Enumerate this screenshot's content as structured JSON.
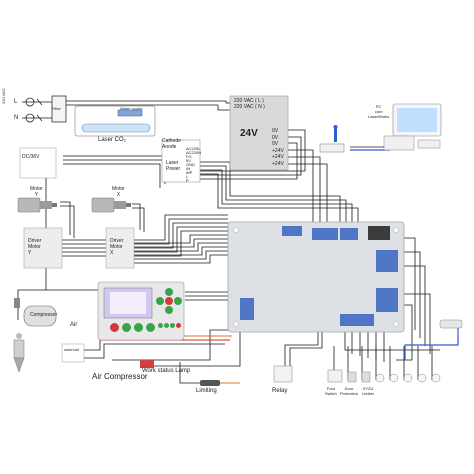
{
  "power": {
    "L": "L",
    "N": "N",
    "voltage": "220 VAC",
    "filter": "Filter"
  },
  "laser_tube": {
    "label": "Laser CO₂",
    "top_tag": "Water cooler"
  },
  "tube_terminals": {
    "cathode": "Cathode",
    "anode": "Anode"
  },
  "laser_power": {
    "label": "Laser\nPower",
    "pins": [
      "AC220L",
      "AC220N",
      "FG",
      "5V",
      "GND",
      "IN",
      "WP",
      "L",
      "P"
    ]
  },
  "psu_24v": {
    "input_l": "220 VAC ( L )",
    "input_n": "220 VAC ( N )",
    "label": "24V",
    "outputs": [
      "0V",
      "0V",
      "0V",
      "+24V",
      "+24V",
      "+24V"
    ]
  },
  "dc_module": {
    "label": "DC/36V"
  },
  "motors": [
    {
      "label": "Motor\nY"
    },
    {
      "label": "Motor\nX"
    }
  ],
  "drivers": [
    {
      "label": "Driver\nMotor\nY"
    },
    {
      "label": "Driver\nMotor\nX"
    }
  ],
  "pc": {
    "label": "PC\ncom\nLaserWorks"
  },
  "compressor": {
    "label": "Compressor",
    "air": "Air"
  },
  "solenoid": {
    "label": "solenoid"
  },
  "air_compressor": {
    "label": "Air Compressor"
  },
  "work_lamp": {
    "label": "Work status Lamp"
  },
  "limiting": {
    "label": "Limiting"
  },
  "relay": {
    "label": "Relay"
  },
  "bottom_labels": {
    "foot_switch": "Foot\nSwitch",
    "door_protection": "Door\nProtection",
    "xyzu_limiter": "XYZU\nLimiter"
  },
  "panel_buttons": [
    {
      "name": "panel-button-1",
      "color": "#d53a3a"
    },
    {
      "name": "panel-button-2",
      "color": "#3aa34a"
    },
    {
      "name": "panel-button-3",
      "color": "#3aa34a"
    },
    {
      "name": "panel-button-4",
      "color": "#3aa34a"
    },
    {
      "name": "panel-button-5",
      "color": "#3aa34a"
    },
    {
      "name": "panel-button-6",
      "color": "#3aa34a"
    },
    {
      "name": "panel-button-7",
      "color": "#3aa34a"
    },
    {
      "name": "panel-button-8",
      "color": "#d53a3a"
    }
  ],
  "colors": {
    "wire": "#1a1a1a",
    "blue_wire": "#2b5fd1",
    "red_wire": "#cc2a2a",
    "orange_wire": "#d77a2a",
    "board": "#dde0e4",
    "board_edge": "#a4a9b0",
    "connector": "#4f76c4",
    "psu": "#d9d9d9"
  }
}
